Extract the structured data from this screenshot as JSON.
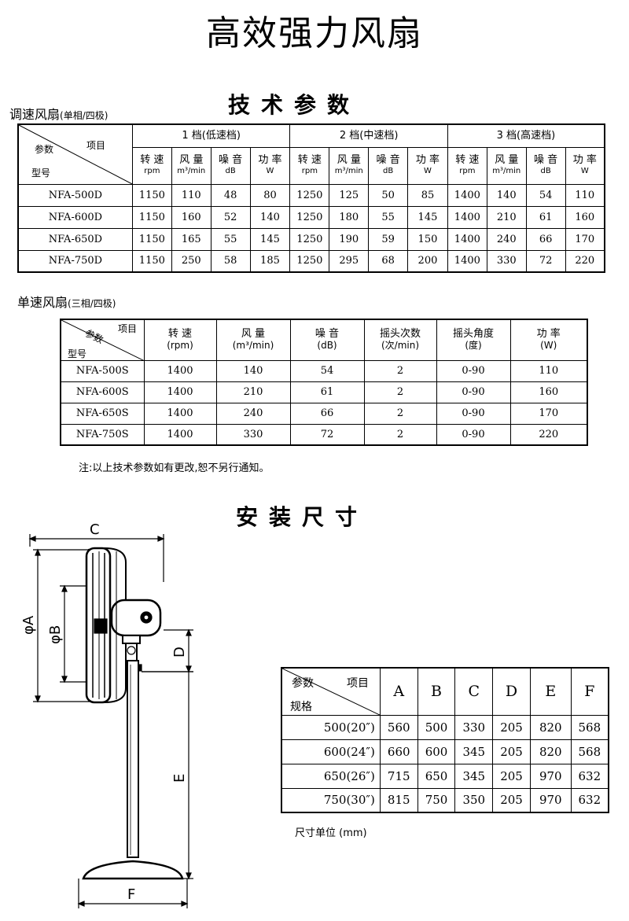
{
  "title": "高效强力风扇",
  "spec_section": {
    "title": "技术参数"
  },
  "table1": {
    "caption_main": "调速风扇",
    "caption_sub": "(单相/四极)",
    "corner": {
      "item": "项目",
      "param": "参数",
      "model": "型号"
    },
    "gears": [
      "1 档(低速档)",
      "2 档(中速档)",
      "3 档(高速档)"
    ],
    "subheads": [
      {
        "name": "转 速",
        "unit": "rpm"
      },
      {
        "name": "风 量",
        "unit": "m³/min"
      },
      {
        "name": "噪 音",
        "unit": "dB"
      },
      {
        "name": "功 率",
        "unit": "W"
      }
    ],
    "rows": [
      {
        "model": "NFA-500D",
        "vals": [
          "1150",
          "110",
          "48",
          "80",
          "1250",
          "125",
          "50",
          "85",
          "1400",
          "140",
          "54",
          "110"
        ]
      },
      {
        "model": "NFA-600D",
        "vals": [
          "1150",
          "160",
          "52",
          "140",
          "1250",
          "180",
          "55",
          "145",
          "1400",
          "210",
          "61",
          "160"
        ]
      },
      {
        "model": "NFA-650D",
        "vals": [
          "1150",
          "165",
          "55",
          "145",
          "1250",
          "190",
          "59",
          "150",
          "1400",
          "240",
          "66",
          "170"
        ]
      },
      {
        "model": "NFA-750D",
        "vals": [
          "1150",
          "250",
          "58",
          "185",
          "1250",
          "295",
          "68",
          "200",
          "1400",
          "330",
          "72",
          "220"
        ]
      }
    ]
  },
  "table2": {
    "caption_main": "单速风扇",
    "caption_sub": "(三相/四极)",
    "corner": {
      "item": "项目",
      "param": "参数",
      "model": "型号"
    },
    "headers": [
      {
        "name": "转 速",
        "unit": "(rpm)"
      },
      {
        "name": "风 量",
        "unit": "(m³/min)"
      },
      {
        "name": "噪 音",
        "unit": "(dB)"
      },
      {
        "name": "摇头次数",
        "unit": "(次/min)"
      },
      {
        "name": "摇头角度",
        "unit": "(度)"
      },
      {
        "name": "功 率",
        "unit": "(W)"
      }
    ],
    "rows": [
      {
        "model": "NFA-500S",
        "vals": [
          "1400",
          "140",
          "54",
          "2",
          "0-90",
          "110"
        ]
      },
      {
        "model": "NFA-600S",
        "vals": [
          "1400",
          "210",
          "61",
          "2",
          "0-90",
          "160"
        ]
      },
      {
        "model": "NFA-650S",
        "vals": [
          "1400",
          "240",
          "66",
          "2",
          "0-90",
          "170"
        ]
      },
      {
        "model": "NFA-750S",
        "vals": [
          "1400",
          "330",
          "72",
          "2",
          "0-90",
          "220"
        ]
      }
    ]
  },
  "note": "注:以上技术参数如有更改,恕不另行通知。",
  "install_section": {
    "title": "安装尺寸"
  },
  "drawing": {
    "labels": {
      "C": "C",
      "A": "φA",
      "B": "φB",
      "D": "D",
      "E": "E",
      "F": "F"
    }
  },
  "table3": {
    "corner": {
      "item": "项目",
      "param": "参数",
      "spec": "规格"
    },
    "headers": [
      "A",
      "B",
      "C",
      "D",
      "E",
      "F"
    ],
    "rows": [
      {
        "spec": "500(20″)",
        "vals": [
          "560",
          "500",
          "330",
          "205",
          "820",
          "568"
        ]
      },
      {
        "spec": "600(24″)",
        "vals": [
          "660",
          "600",
          "345",
          "205",
          "820",
          "568"
        ]
      },
      {
        "spec": "650(26″)",
        "vals": [
          "715",
          "650",
          "345",
          "205",
          "970",
          "632"
        ]
      },
      {
        "spec": "750(30″)",
        "vals": [
          "815",
          "750",
          "350",
          "205",
          "970",
          "632"
        ]
      }
    ],
    "unit_note": "尺寸单位 (mm)"
  }
}
